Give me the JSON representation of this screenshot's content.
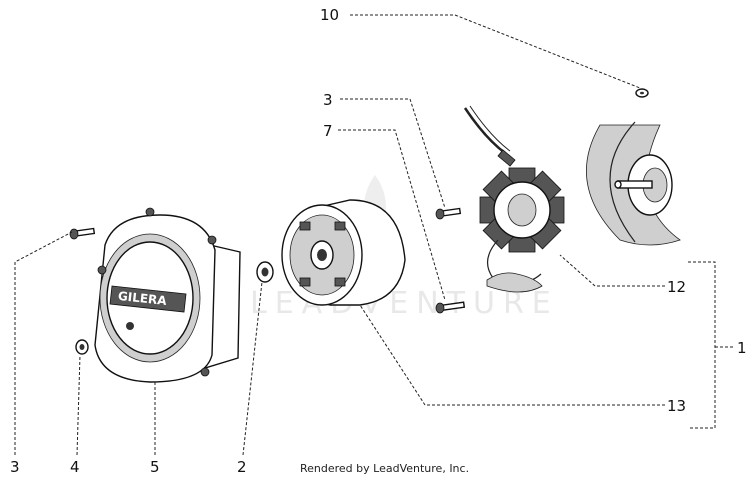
{
  "callouts": {
    "c10": "10",
    "c3_top": "3",
    "c7": "7",
    "c12": "12",
    "c13": "13",
    "c1": "1",
    "c3_bottom": "3",
    "c4": "4",
    "c5": "5",
    "c2": "2"
  },
  "cover_logo_text": "GILERA",
  "watermark_text": "LEADVENTURE",
  "credit_text": "Rendered by LeadVenture, Inc."
}
